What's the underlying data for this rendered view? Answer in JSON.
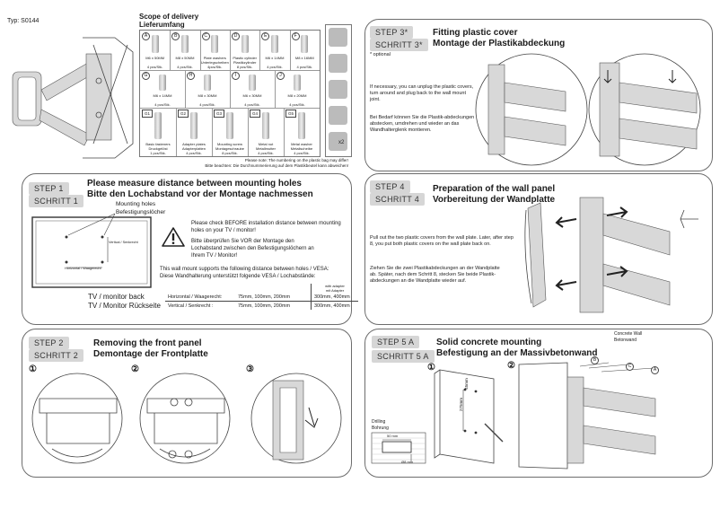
{
  "header": {
    "type_label": "Typ: S0144"
  },
  "scope": {
    "title_en": "Scope of delivery",
    "title_de": "Lieferumfang",
    "items": [
      {
        "code": "A",
        "size": "M6 x 50MM",
        "qty": "4 pcs/Stk."
      },
      {
        "code": "B",
        "size": "M8 x 50MM",
        "qty": "4 pcs/Stk."
      },
      {
        "code": "C",
        "size": "Plate washers\nUnterlegscheiben",
        "qty": "4pcs/Stk."
      },
      {
        "code": "D",
        "size": "Plastic cylinder\nPlastikzylinder",
        "qty": "8 pcs/Stk."
      },
      {
        "code": "E",
        "size": "M6 x 14MM",
        "qty": "4 pcs/Stk."
      },
      {
        "code": "F",
        "size": "M8 x 16MM",
        "qty": "4 pcs/Stk."
      },
      {
        "code": "G",
        "size": "M6 x 14MM",
        "qty": "4 pcs/Stk."
      },
      {
        "code": "H",
        "size": "M8 x 30MM",
        "qty": "4 pcs/Stk."
      },
      {
        "code": "I",
        "size": "M6 x 30MM",
        "qty": "4 pcs/Stk."
      },
      {
        "code": "J",
        "size": "M8 x 20MM",
        "qty": "4 pcs/Stk."
      },
      {
        "code": "G1",
        "size": "Basic fasteners\nDruckgelöst",
        "qty": "1 pcs/Stk."
      },
      {
        "code": "G2",
        "size": "Adapter plates\nAdapterplatten",
        "qty": "4 pcs/Stk."
      },
      {
        "code": "G3",
        "size": "Mounting screw\nMontageschraube",
        "qty": "8 pcs/Stk."
      },
      {
        "code": "G4",
        "size": "Metal nut\nMetallmutter",
        "qty": "4 pcs/Stk."
      },
      {
        "code": "G5",
        "size": "Metal washer\nMetallscheibe",
        "qty": "4 pcs/Stk."
      }
    ],
    "note_en": "Please note: The numbering on the plastic bag may differ!",
    "note_de": "Bitte beachten: Die Durchnummerierung auf dem Plastikbeutel kann abweichen!",
    "tool_count": "x2"
  },
  "step1": {
    "tag_en": "STEP 1",
    "tag_de": "SCHRITT 1",
    "title_en": "Please measure distance between mounting holes",
    "title_de": "Bitte den Lochabstand vor der Montage nachmessen",
    "holes_en": "Mounting holes",
    "holes_de": "Befestigungslöcher",
    "warn_en": "Please check BEFORE installation distance between mounting holes on your TV / monitor!",
    "warn_de": "Bitte überprüfen Sie VOR der Montage den Lochabstand zwischen den Befestigungslöchern an Ihrem TV / Monitor!",
    "vesa_en": "This wall mount supports the following distance between holes / VESA:",
    "vesa_de": "Diese Wandhalterung unterstützt folgende VESA / Lochabstände:",
    "adapter_hdr": "with adapter\nmit Adapter",
    "rows": [
      {
        "label": "Horizontal / Waagerecht:",
        "std": "75mm, 100mm, 200mm",
        "adapter": "300mm, 400mm"
      },
      {
        "label": "Vertical / Senkrecht :",
        "std": "75mm, 100mm, 200mm",
        "adapter": "300mm, 400mm"
      }
    ],
    "vertical_lbl": "Vertical / Senkrecht",
    "horizontal_lbl": "Horizontal / Waagerecht",
    "back_en": "TV / monitor back",
    "back_de": "TV / Monitor Rückseite"
  },
  "step2": {
    "tag_en": "STEP 2",
    "tag_de": "SCHRITT 2",
    "title_en": "Removing the front panel",
    "title_de": "Demontage der  Frontplatte",
    "n1": "①",
    "n2": "②",
    "n3": "③"
  },
  "step3": {
    "tag_en": "STEP 3*",
    "tag_de": "SCHRITT 3*",
    "title_en": "Fitting plastic cover",
    "title_de": "Montage der Plastikabdeckung",
    "optional": "* optional",
    "text_en": "If necessary, you can unplug the plastic covers, turn around and plug back to the wall mount joint.",
    "text_de": "Bei Bedarf können Sie die Plastik-abdeckungen abstecken, umdrehen und wieder an das Wandhalterglenk montieren."
  },
  "step4": {
    "tag_en": "STEP 4",
    "tag_de": "SCHRITT 4",
    "title_en": "Preparation of the wall panel",
    "title_de": "Vorbereitung der Wandplatte",
    "text_en": "Pull out the two plastic covers from the wall plate. Later, after step 8, you put both plastic covers on the wall plate back on.",
    "text_de": "Ziehen Sie die zwei Plastikabdeckungen an der Wandplatte ab. Später, nach dem Schritt 8, stecken Sie beide Plastik-abdeckungen an die Wandplatte wieder auf."
  },
  "step5": {
    "tag_en": "STEP  5 A",
    "tag_de": "SCHRITT 5 A",
    "title_en": "Solid concrete mounting",
    "title_de": "Befestigung an der Massivbetonwand",
    "concrete_en": "Concrete Wall",
    "concrete_de": "Betonwand",
    "dim_45": "45mm",
    "dim_275": "275mm",
    "drilling_en": "Drilling",
    "drilling_de": "Bohrung",
    "depth": "50 mm",
    "dia": "Ø8 mm",
    "n1": "①",
    "n2": "②",
    "lbl_b": "B",
    "lbl_c": "C",
    "lbl_a": "A"
  }
}
